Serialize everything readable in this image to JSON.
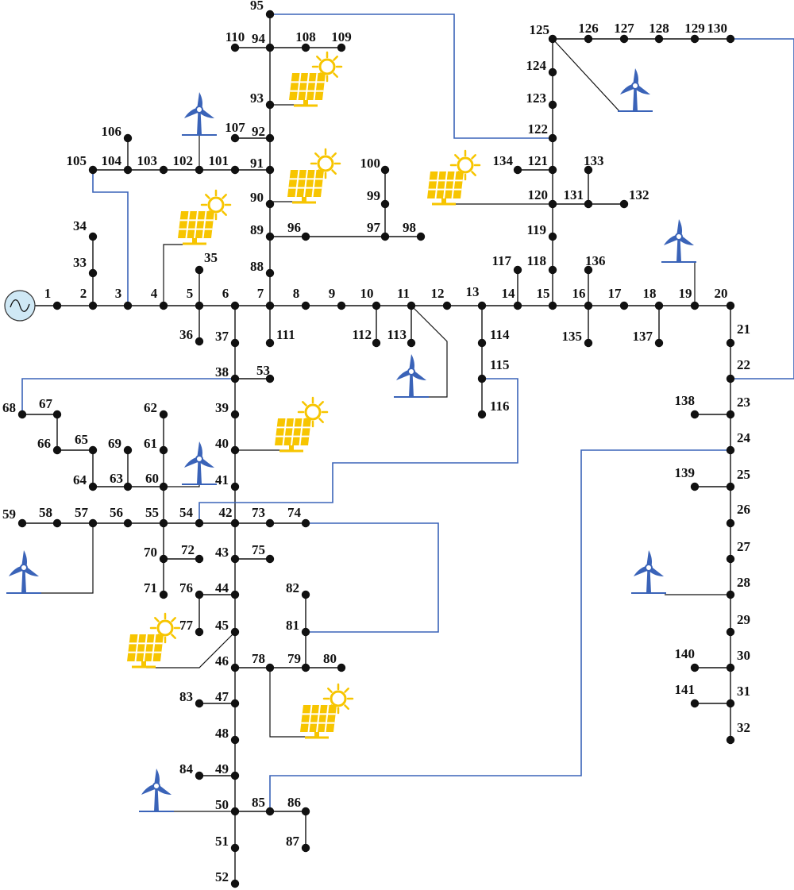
{
  "colors": {
    "bus": "#111111",
    "line": "#111111",
    "tie_line": "#3a63b8",
    "wind": "#3a63b8",
    "solar": "#f7c500",
    "source_fill": "#cfe8f5"
  },
  "nodes": [
    {
      "id": "1",
      "label": "1"
    },
    {
      "id": "2",
      "label": "2"
    },
    {
      "id": "3",
      "label": "3"
    },
    {
      "id": "4",
      "label": "4"
    },
    {
      "id": "5",
      "label": "5"
    },
    {
      "id": "6",
      "label": "6"
    },
    {
      "id": "7",
      "label": "7"
    },
    {
      "id": "8",
      "label": "8"
    },
    {
      "id": "9",
      "label": "9"
    },
    {
      "id": "10",
      "label": "10"
    },
    {
      "id": "11",
      "label": "11"
    },
    {
      "id": "12",
      "label": "12"
    },
    {
      "id": "13",
      "label": "13"
    },
    {
      "id": "14",
      "label": "14"
    },
    {
      "id": "15",
      "label": "15"
    },
    {
      "id": "16",
      "label": "16"
    },
    {
      "id": "17",
      "label": "17"
    },
    {
      "id": "18",
      "label": "18"
    },
    {
      "id": "19",
      "label": "19"
    },
    {
      "id": "20",
      "label": "20"
    },
    {
      "id": "21",
      "label": "21"
    },
    {
      "id": "22",
      "label": "22"
    },
    {
      "id": "23",
      "label": "23"
    },
    {
      "id": "24",
      "label": "24"
    },
    {
      "id": "25",
      "label": "25"
    },
    {
      "id": "26",
      "label": "26"
    },
    {
      "id": "27",
      "label": "27"
    },
    {
      "id": "28",
      "label": "28"
    },
    {
      "id": "29",
      "label": "29"
    },
    {
      "id": "30",
      "label": "30"
    },
    {
      "id": "31",
      "label": "31"
    },
    {
      "id": "32",
      "label": "32"
    },
    {
      "id": "33",
      "label": "33"
    },
    {
      "id": "34",
      "label": "34"
    },
    {
      "id": "35",
      "label": "35"
    },
    {
      "id": "36",
      "label": "36"
    },
    {
      "id": "37",
      "label": "37"
    },
    {
      "id": "38",
      "label": "38"
    },
    {
      "id": "39",
      "label": "39"
    },
    {
      "id": "40",
      "label": "40"
    },
    {
      "id": "41",
      "label": "41"
    },
    {
      "id": "42",
      "label": "42"
    },
    {
      "id": "43",
      "label": "43"
    },
    {
      "id": "44",
      "label": "44"
    },
    {
      "id": "45",
      "label": "45"
    },
    {
      "id": "46",
      "label": "46"
    },
    {
      "id": "47",
      "label": "47"
    },
    {
      "id": "48",
      "label": "48"
    },
    {
      "id": "49",
      "label": "49"
    },
    {
      "id": "50",
      "label": "50"
    },
    {
      "id": "51",
      "label": "51"
    },
    {
      "id": "52",
      "label": "52"
    },
    {
      "id": "53",
      "label": "53"
    },
    {
      "id": "54",
      "label": "54"
    },
    {
      "id": "55",
      "label": "55"
    },
    {
      "id": "56",
      "label": "56"
    },
    {
      "id": "57",
      "label": "57"
    },
    {
      "id": "58",
      "label": "58"
    },
    {
      "id": "59",
      "label": "59"
    },
    {
      "id": "60",
      "label": "60"
    },
    {
      "id": "61",
      "label": "61"
    },
    {
      "id": "62",
      "label": "62"
    },
    {
      "id": "63",
      "label": "63"
    },
    {
      "id": "64",
      "label": "64"
    },
    {
      "id": "65",
      "label": "65"
    },
    {
      "id": "66",
      "label": "66"
    },
    {
      "id": "67",
      "label": "67"
    },
    {
      "id": "68",
      "label": "68"
    },
    {
      "id": "69",
      "label": "69"
    },
    {
      "id": "70",
      "label": "70"
    },
    {
      "id": "71",
      "label": "71"
    },
    {
      "id": "72",
      "label": "72"
    },
    {
      "id": "73",
      "label": "73"
    },
    {
      "id": "74",
      "label": "74"
    },
    {
      "id": "75",
      "label": "75"
    },
    {
      "id": "76",
      "label": "76"
    },
    {
      "id": "77",
      "label": "77"
    },
    {
      "id": "78",
      "label": "78"
    },
    {
      "id": "79",
      "label": "79"
    },
    {
      "id": "80",
      "label": "80"
    },
    {
      "id": "81",
      "label": "81"
    },
    {
      "id": "82",
      "label": "82"
    },
    {
      "id": "83",
      "label": "83"
    },
    {
      "id": "84",
      "label": "84"
    },
    {
      "id": "85",
      "label": "85"
    },
    {
      "id": "86",
      "label": "86"
    },
    {
      "id": "87",
      "label": "87"
    },
    {
      "id": "88",
      "label": "88"
    },
    {
      "id": "89",
      "label": "89"
    },
    {
      "id": "90",
      "label": "90"
    },
    {
      "id": "91",
      "label": "91"
    },
    {
      "id": "92",
      "label": "92"
    },
    {
      "id": "93",
      "label": "93"
    },
    {
      "id": "94",
      "label": "94"
    },
    {
      "id": "95",
      "label": "95"
    },
    {
      "id": "96",
      "label": "96"
    },
    {
      "id": "97",
      "label": "97"
    },
    {
      "id": "98",
      "label": "98"
    },
    {
      "id": "99",
      "label": "99"
    },
    {
      "id": "100",
      "label": "100"
    },
    {
      "id": "101",
      "label": "101"
    },
    {
      "id": "102",
      "label": "102"
    },
    {
      "id": "103",
      "label": "103"
    },
    {
      "id": "104",
      "label": "104"
    },
    {
      "id": "105",
      "label": "105"
    },
    {
      "id": "106",
      "label": "106"
    },
    {
      "id": "107",
      "label": "107"
    },
    {
      "id": "108",
      "label": "108"
    },
    {
      "id": "109",
      "label": "109"
    },
    {
      "id": "110",
      "label": "110"
    },
    {
      "id": "111",
      "label": "111"
    },
    {
      "id": "112",
      "label": "112"
    },
    {
      "id": "113",
      "label": "113"
    },
    {
      "id": "114",
      "label": "114"
    },
    {
      "id": "115",
      "label": "115"
    },
    {
      "id": "116",
      "label": "116"
    },
    {
      "id": "117",
      "label": "117"
    },
    {
      "id": "118",
      "label": "118"
    },
    {
      "id": "119",
      "label": "119"
    },
    {
      "id": "120",
      "label": "120"
    },
    {
      "id": "121",
      "label": "121"
    },
    {
      "id": "122",
      "label": "122"
    },
    {
      "id": "123",
      "label": "123"
    },
    {
      "id": "124",
      "label": "124"
    },
    {
      "id": "125",
      "label": "125"
    },
    {
      "id": "126",
      "label": "126"
    },
    {
      "id": "127",
      "label": "127"
    },
    {
      "id": "128",
      "label": "128"
    },
    {
      "id": "129",
      "label": "129"
    },
    {
      "id": "130",
      "label": "130"
    },
    {
      "id": "131",
      "label": "131"
    },
    {
      "id": "132",
      "label": "132"
    },
    {
      "id": "133",
      "label": "133"
    },
    {
      "id": "134",
      "label": "134"
    },
    {
      "id": "135",
      "label": "135"
    },
    {
      "id": "136",
      "label": "136"
    },
    {
      "id": "137",
      "label": "137"
    },
    {
      "id": "138",
      "label": "138"
    },
    {
      "id": "139",
      "label": "139"
    },
    {
      "id": "140",
      "label": "140"
    },
    {
      "id": "141",
      "label": "141"
    }
  ],
  "branches": [
    [
      "1",
      "2"
    ],
    [
      "2",
      "3"
    ],
    [
      "3",
      "4"
    ],
    [
      "4",
      "5"
    ],
    [
      "5",
      "6"
    ],
    [
      "6",
      "7"
    ],
    [
      "7",
      "8"
    ],
    [
      "8",
      "9"
    ],
    [
      "9",
      "10"
    ],
    [
      "10",
      "11"
    ],
    [
      "11",
      "12"
    ],
    [
      "12",
      "13"
    ],
    [
      "13",
      "14"
    ],
    [
      "14",
      "15"
    ],
    [
      "15",
      "16"
    ],
    [
      "16",
      "17"
    ],
    [
      "17",
      "18"
    ],
    [
      "18",
      "19"
    ],
    [
      "19",
      "20"
    ],
    [
      "20",
      "21"
    ],
    [
      "21",
      "22"
    ],
    [
      "22",
      "23"
    ],
    [
      "23",
      "24"
    ],
    [
      "24",
      "25"
    ],
    [
      "25",
      "26"
    ],
    [
      "26",
      "27"
    ],
    [
      "27",
      "28"
    ],
    [
      "28",
      "29"
    ],
    [
      "29",
      "30"
    ],
    [
      "30",
      "31"
    ],
    [
      "31",
      "32"
    ],
    [
      "2",
      "33"
    ],
    [
      "33",
      "34"
    ],
    [
      "5",
      "35"
    ],
    [
      "5",
      "36"
    ],
    [
      "6",
      "37"
    ],
    [
      "37",
      "38"
    ],
    [
      "38",
      "39"
    ],
    [
      "39",
      "40"
    ],
    [
      "40",
      "41"
    ],
    [
      "41",
      "42"
    ],
    [
      "42",
      "43"
    ],
    [
      "43",
      "44"
    ],
    [
      "44",
      "45"
    ],
    [
      "45",
      "46"
    ],
    [
      "46",
      "47"
    ],
    [
      "47",
      "48"
    ],
    [
      "48",
      "49"
    ],
    [
      "49",
      "50"
    ],
    [
      "50",
      "51"
    ],
    [
      "51",
      "52"
    ],
    [
      "38",
      "53"
    ],
    [
      "42",
      "54"
    ],
    [
      "54",
      "55"
    ],
    [
      "55",
      "56"
    ],
    [
      "56",
      "57"
    ],
    [
      "57",
      "58"
    ],
    [
      "58",
      "59"
    ],
    [
      "55",
      "60"
    ],
    [
      "60",
      "61"
    ],
    [
      "61",
      "62"
    ],
    [
      "60",
      "63"
    ],
    [
      "63",
      "64"
    ],
    [
      "64",
      "65"
    ],
    [
      "65",
      "66"
    ],
    [
      "66",
      "67"
    ],
    [
      "67",
      "68"
    ],
    [
      "63",
      "69"
    ],
    [
      "55",
      "70"
    ],
    [
      "70",
      "71"
    ],
    [
      "70",
      "72"
    ],
    [
      "42",
      "73"
    ],
    [
      "73",
      "74"
    ],
    [
      "43",
      "75"
    ],
    [
      "44",
      "76"
    ],
    [
      "76",
      "77"
    ],
    [
      "46",
      "78"
    ],
    [
      "78",
      "79"
    ],
    [
      "79",
      "80"
    ],
    [
      "79",
      "81"
    ],
    [
      "81",
      "82"
    ],
    [
      "47",
      "83"
    ],
    [
      "49",
      "84"
    ],
    [
      "50",
      "85"
    ],
    [
      "85",
      "86"
    ],
    [
      "86",
      "87"
    ],
    [
      "7",
      "88"
    ],
    [
      "88",
      "89"
    ],
    [
      "89",
      "90"
    ],
    [
      "90",
      "91"
    ],
    [
      "91",
      "92"
    ],
    [
      "92",
      "93"
    ],
    [
      "93",
      "94"
    ],
    [
      "94",
      "95"
    ],
    [
      "89",
      "96"
    ],
    [
      "96",
      "97"
    ],
    [
      "97",
      "98"
    ],
    [
      "97",
      "99"
    ],
    [
      "99",
      "100"
    ],
    [
      "91",
      "101"
    ],
    [
      "101",
      "102"
    ],
    [
      "102",
      "103"
    ],
    [
      "103",
      "104"
    ],
    [
      "104",
      "105"
    ],
    [
      "104",
      "106"
    ],
    [
      "92",
      "107"
    ],
    [
      "94",
      "108"
    ],
    [
      "108",
      "109"
    ],
    [
      "94",
      "110"
    ],
    [
      "7",
      "111"
    ],
    [
      "10",
      "112"
    ],
    [
      "11",
      "113"
    ],
    [
      "13",
      "114"
    ],
    [
      "114",
      "115"
    ],
    [
      "115",
      "116"
    ],
    [
      "14",
      "117"
    ],
    [
      "15",
      "118"
    ],
    [
      "118",
      "119"
    ],
    [
      "119",
      "120"
    ],
    [
      "120",
      "121"
    ],
    [
      "121",
      "122"
    ],
    [
      "122",
      "123"
    ],
    [
      "123",
      "124"
    ],
    [
      "124",
      "125"
    ],
    [
      "125",
      "126"
    ],
    [
      "126",
      "127"
    ],
    [
      "127",
      "128"
    ],
    [
      "128",
      "129"
    ],
    [
      "129",
      "130"
    ],
    [
      "120",
      "131"
    ],
    [
      "131",
      "132"
    ],
    [
      "131",
      "133"
    ],
    [
      "121",
      "134"
    ],
    [
      "16",
      "135"
    ],
    [
      "16",
      "136"
    ],
    [
      "18",
      "137"
    ],
    [
      "23",
      "138"
    ],
    [
      "25",
      "139"
    ],
    [
      "30",
      "140"
    ],
    [
      "31",
      "141"
    ]
  ],
  "tie_lines": [
    [
      "95",
      "122"
    ],
    [
      "130",
      "22"
    ],
    [
      "105",
      "3"
    ],
    [
      "68",
      "38"
    ],
    [
      "115",
      "54"
    ],
    [
      "74",
      "81"
    ],
    [
      "24",
      "85"
    ]
  ],
  "wind_turbines": [
    {
      "name": "wind-102",
      "bus": "102"
    },
    {
      "name": "wind-125",
      "bus": "125"
    },
    {
      "name": "wind-19",
      "bus": "19"
    },
    {
      "name": "wind-11",
      "bus": "11"
    },
    {
      "name": "wind-60",
      "bus": "60"
    },
    {
      "name": "wind-57",
      "bus": "57"
    },
    {
      "name": "wind-28",
      "bus": "28"
    },
    {
      "name": "wind-50",
      "bus": "50"
    }
  ],
  "pv_panels": [
    {
      "name": "pv-93",
      "bus": "93"
    },
    {
      "name": "pv-90",
      "bus": "90"
    },
    {
      "name": "pv-4",
      "bus": "4"
    },
    {
      "name": "pv-120",
      "bus": "120"
    },
    {
      "name": "pv-40",
      "bus": "40"
    },
    {
      "name": "pv-45",
      "bus": "45"
    },
    {
      "name": "pv-78",
      "bus": "78"
    }
  ],
  "source": {
    "name": "grid-source",
    "bus": "1"
  }
}
